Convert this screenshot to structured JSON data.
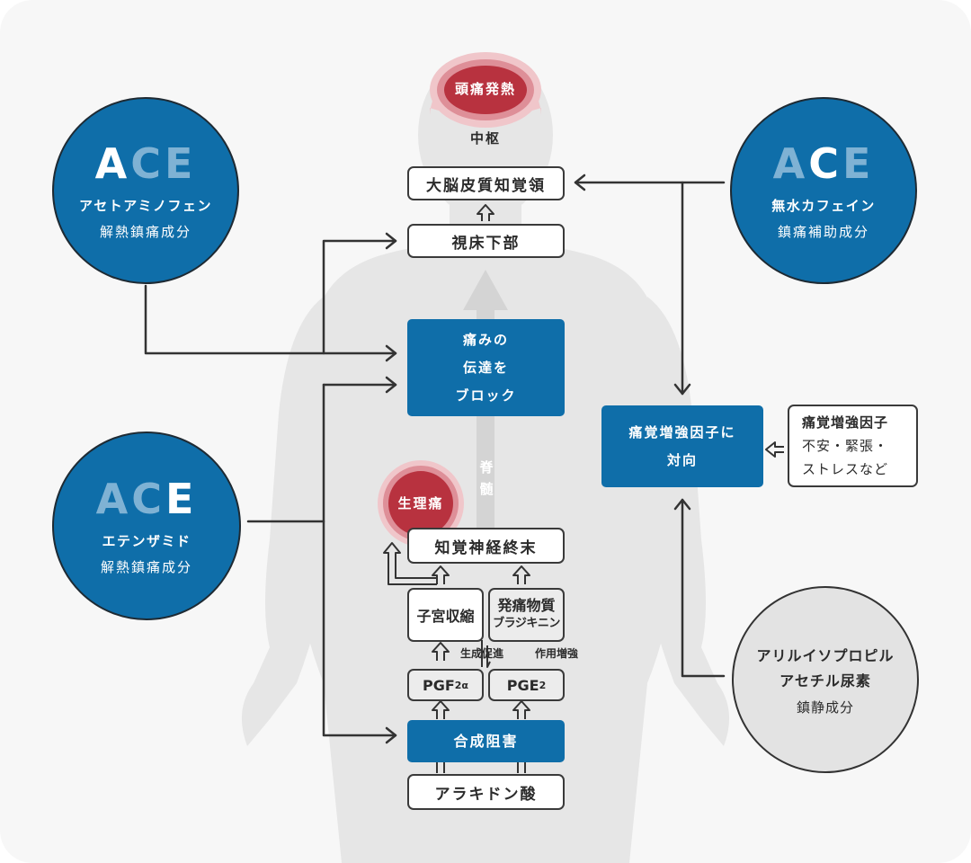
{
  "colors": {
    "brand_blue": "#0f6ea9",
    "ace_dim": "#7fb2d4",
    "pain_red": "#b8323f",
    "pain_halo": "#e7a3aa",
    "body_grey": "#e6e6e6",
    "background": "#f7f7f7"
  },
  "head": {
    "pain_label": "頭痛発熱",
    "center_label": "中枢"
  },
  "spine_label": [
    "脊",
    "髄"
  ],
  "period_pain_label": "生理痛",
  "boxes": {
    "cortex": "大脳皮質知覚領",
    "hypothalamus": "視床下部",
    "block_transmission": [
      "痛みの",
      "伝達を",
      "ブロック"
    ],
    "sensory_nerve": "知覚神経終末",
    "uterine_contraction": "子宮収縮",
    "pain_substance": [
      "発痛物質",
      "ブラジキニン"
    ],
    "pgf2a": {
      "base": "PGF",
      "sub": "2α"
    },
    "pge2": {
      "base": "PGE",
      "sub": "2"
    },
    "synthesis_inhibition": "合成阻害",
    "arachidonic_acid": "アラキドン酸",
    "counter_factor": [
      "痛覚増強因子に",
      "対向"
    ],
    "factor_source": [
      "痛覚増強因子",
      "不安・緊張・",
      "ストレスなど"
    ]
  },
  "arrow_labels": {
    "promote": "生成促進",
    "enhance": "作用増強"
  },
  "ingredients": [
    {
      "ace": [
        "A",
        "C",
        "E"
      ],
      "highlight": 0,
      "name": "アセトアミノフェン",
      "role": "解熱鎮痛成分"
    },
    {
      "ace": [
        "A",
        "C",
        "E"
      ],
      "highlight": 1,
      "name": "無水カフェイン",
      "role": "鎮痛補助成分"
    },
    {
      "ace": [
        "A",
        "C",
        "E"
      ],
      "highlight": 2,
      "name": "エテンザミド",
      "role": "解熱鎮痛成分"
    },
    {
      "name_lines": [
        "アリルイソプロピル",
        "アセチル尿素"
      ],
      "role": "鎮静成分"
    }
  ]
}
